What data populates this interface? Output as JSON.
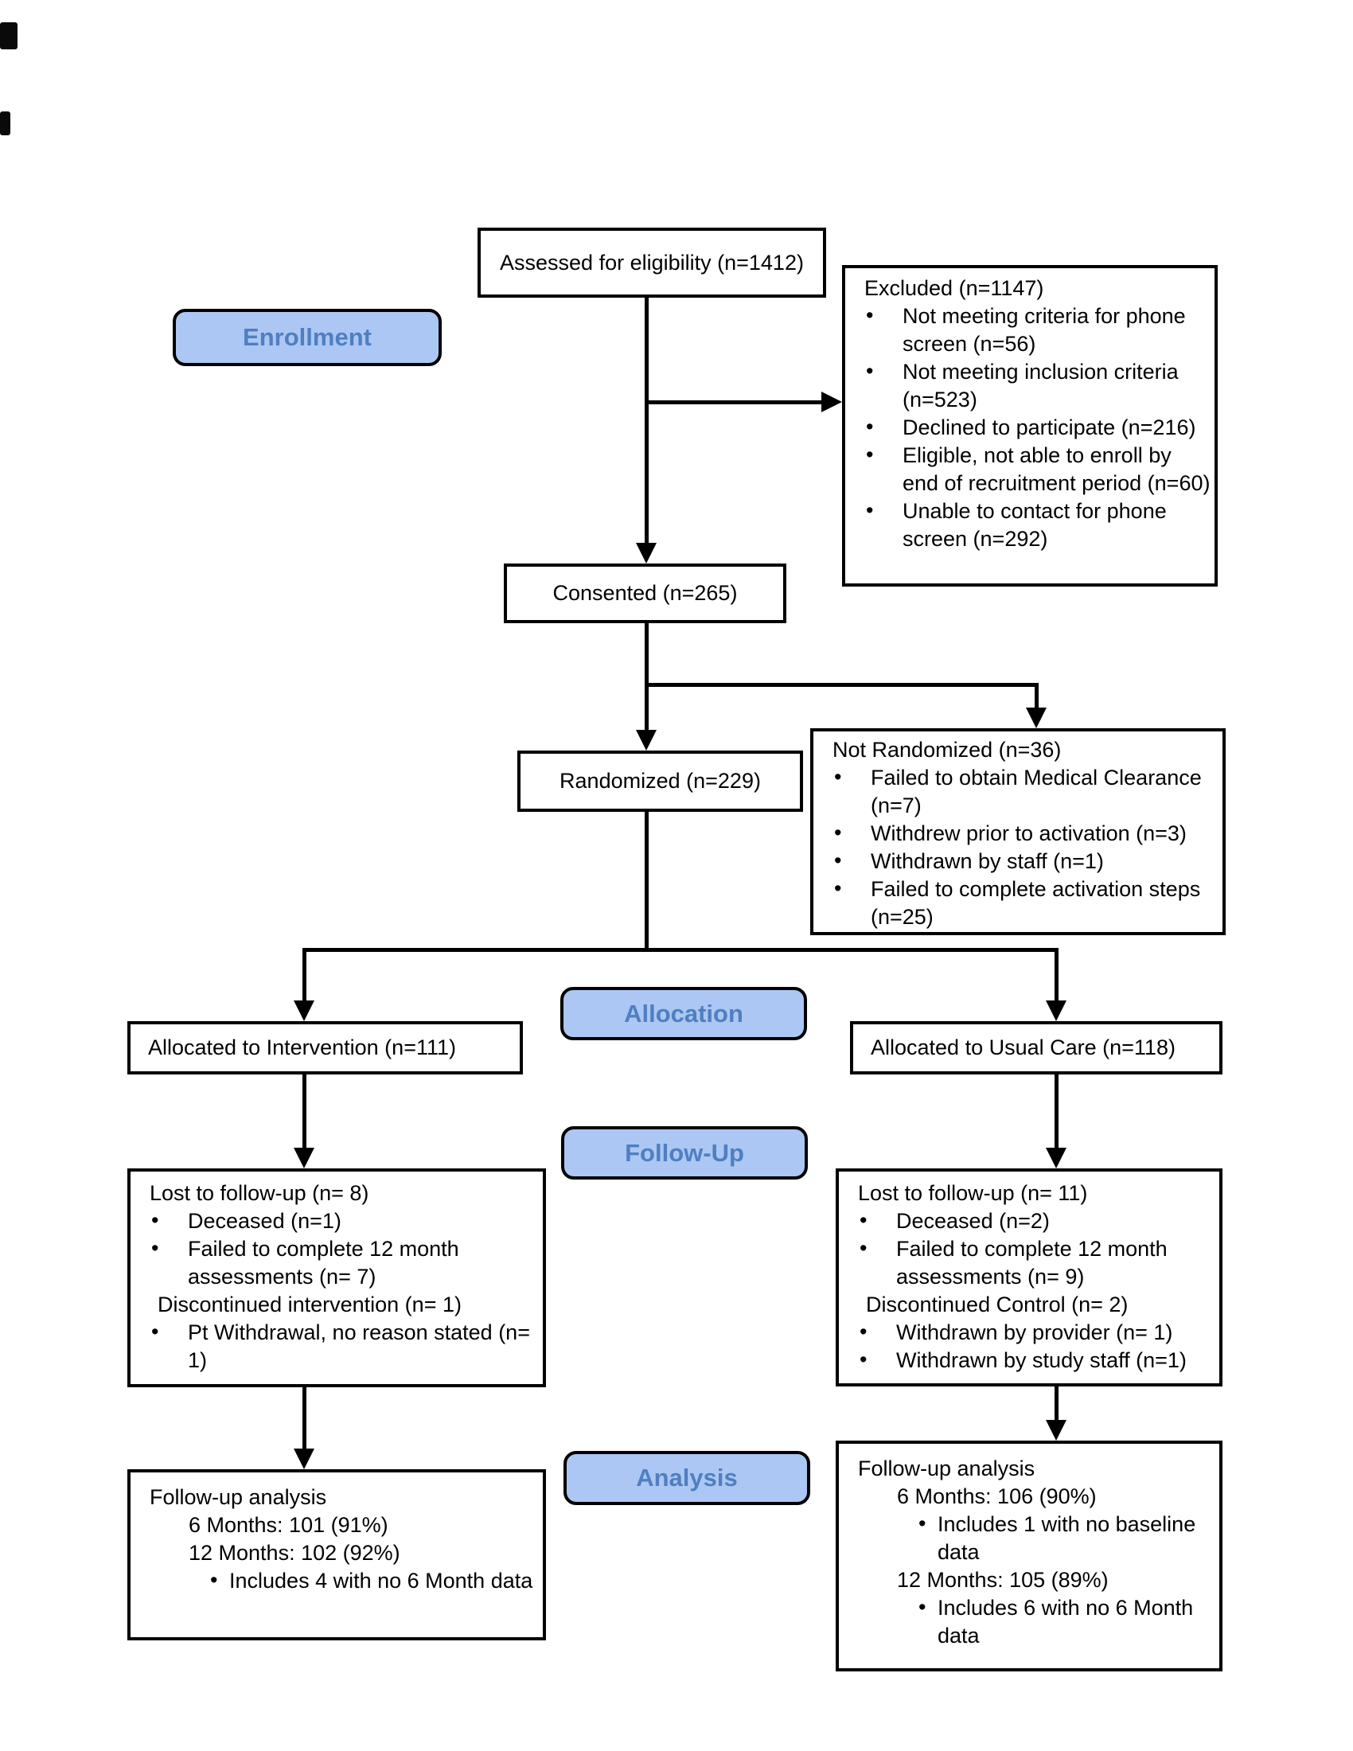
{
  "colors": {
    "label_bg": "#acc7f3",
    "label_text": "#4f7fc1",
    "line": "#000000",
    "box_bg": "#ffffff"
  },
  "stage_labels": {
    "enrollment": "Enrollment",
    "allocation": "Allocation",
    "followup": "Follow-Up",
    "analysis": "Analysis"
  },
  "boxes": {
    "assessed": {
      "text": "Assessed for eligibility (n=1412)"
    },
    "excluded": {
      "title": "Excluded (n=1147)",
      "items": [
        "Not meeting criteria for phone screen (n=56)",
        "Not meeting inclusion criteria (n=523)",
        "Declined to participate (n=216)",
        "Eligible, not able to enroll by end of recruitment period (n=60)",
        "Unable to contact for phone screen (n=292)"
      ]
    },
    "consented": {
      "text": "Consented (n=265)"
    },
    "randomized": {
      "text": "Randomized (n=229)"
    },
    "not_randomized": {
      "title": "Not Randomized (n=36)",
      "items": [
        "Failed to obtain Medical Clearance (n=7)",
        "Withdrew prior to activation (n=3)",
        "Withdrawn by staff (n=1)",
        "Failed to complete activation steps (n=25)"
      ]
    },
    "allocated_intervention": {
      "text": "Allocated to Intervention (n=111)"
    },
    "allocated_usual_care": {
      "text": "Allocated to Usual Care (n=118)"
    },
    "lost_intervention": {
      "title": "Lost to follow-up (n= 8)",
      "items": [
        "Deceased (n=1)",
        "Failed to complete 12 month assessments (n= 7)"
      ],
      "subtitle": "Discontinued intervention (n= 1)",
      "sub_items": [
        "Pt Withdrawal, no reason stated (n= 1)"
      ]
    },
    "lost_usual_care": {
      "title": "Lost to follow-up (n= 11)",
      "items": [
        "Deceased (n=2)",
        "Failed to complete 12 month assessments (n= 9)"
      ],
      "subtitle": "Discontinued Control (n= 2)",
      "sub_items": [
        "Withdrawn by provider (n= 1)",
        "Withdrawn by study staff (n=1)"
      ]
    },
    "analysis_intervention": {
      "title": "Follow-up analysis",
      "line1": "6 Months: 101 (91%)",
      "line2": "12 Months: 102 (92%)",
      "bullet_after_line2": "Includes 4 with no 6 Month data"
    },
    "analysis_usual_care": {
      "title": "Follow-up analysis",
      "line1": "6 Months: 106 (90%)",
      "bullet_after_line1": "Includes 1 with no  baseline data",
      "line2": "12 Months: 105 (89%)",
      "bullet_after_line2": "Includes 6 with no 6 Month data"
    }
  }
}
